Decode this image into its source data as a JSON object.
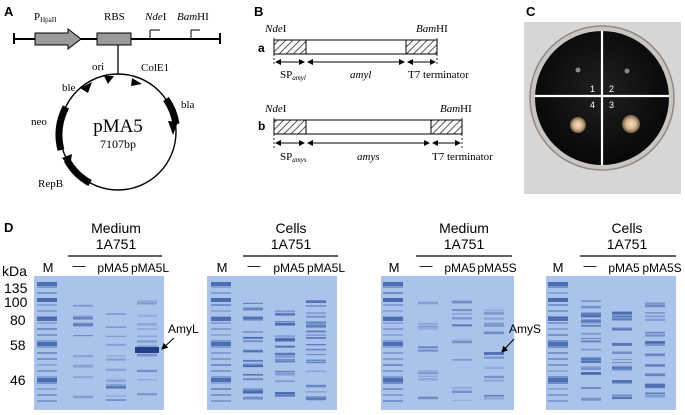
{
  "panel_a": {
    "letter": "A",
    "promoter": "P",
    "promoter_sub": "HpaII",
    "rbs": "RBS",
    "nde": "Nde",
    "nde_suffix": "I",
    "bam": "Bam",
    "bam_suffix": "HI",
    "plasmid_name": "pMA5",
    "plasmid_size": "7107bp",
    "ori": "ori",
    "cole1": "ColE1",
    "ble": "ble",
    "neo": "neo",
    "bla": "bla",
    "repb": "RepB"
  },
  "panel_b": {
    "letter": "B",
    "row_a": {
      "label": "a",
      "nde": "Nde",
      "nde_suffix": "I",
      "bam": "Bam",
      "bam_suffix": "HI",
      "sp": "SP",
      "sp_sub": "amyl",
      "gene": "amyl",
      "terminator": "T7 terminator"
    },
    "row_b": {
      "label": "b",
      "nde": "Nde",
      "nde_suffix": "I",
      "bam": "Bam",
      "bam_suffix": "HI",
      "sp": "SP",
      "sp_sub": "amys",
      "gene": "amys",
      "terminator": "T7 terminator"
    }
  },
  "panel_c": {
    "letter": "C",
    "quadrants": [
      "1",
      "2",
      "3",
      "4"
    ]
  },
  "panel_d": {
    "letter": "D",
    "kda": "kDa",
    "markers": [
      "135",
      "100",
      "80",
      "58",
      "46"
    ],
    "gels": [
      {
        "title": "Medium",
        "strain": "1A751",
        "lanes": [
          "M",
          "—",
          "pMA5",
          "pMA5L"
        ],
        "arrow": "AmyL"
      },
      {
        "title": "Cells",
        "strain": "1A751",
        "lanes": [
          "M",
          "—",
          "pMA5",
          "pMA5L"
        ]
      },
      {
        "title": "Medium",
        "strain": "1A751",
        "lanes": [
          "M",
          "—",
          "pMA5",
          "pMA5S"
        ],
        "arrow": "AmyS"
      },
      {
        "title": "Cells",
        "strain": "1A751",
        "lanes": [
          "M",
          "—",
          "pMA5",
          "pMA5S"
        ]
      }
    ]
  },
  "colors": {
    "gel": "#a9c3ea",
    "band": "#3c5fa8",
    "plate": "#121212",
    "hatch": "#555555"
  }
}
